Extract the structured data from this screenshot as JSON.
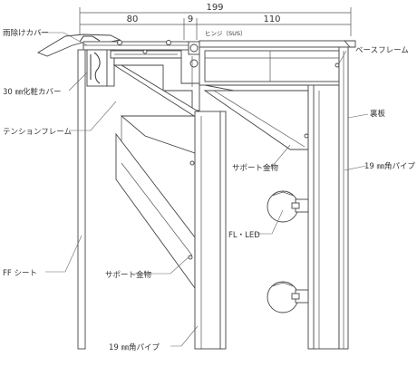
{
  "dimensions": {
    "overall": "199",
    "left": "80",
    "middle": "9",
    "right": "110"
  },
  "labels": {
    "hinge": "ヒンジ（SUS）",
    "rain_cover": "雨除けカバー",
    "decor_cover": "30 ㎜化粧カバー",
    "tension_frame": "テンションフレーム",
    "ff_sheet": "FF シート",
    "support_left": "サポート金物",
    "pipe_left": "19 ㎜角パイプ",
    "base_frame": "ベースフレーム",
    "back_board": "裏板",
    "pipe_right": "19 ㎜角パイプ",
    "support_right": "サポート金物",
    "fl_led": "FL・LED"
  }
}
